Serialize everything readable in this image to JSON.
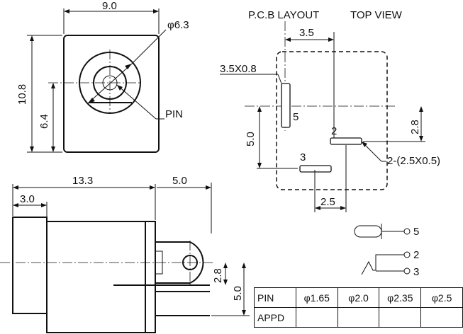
{
  "front_view": {
    "width_dim": "9.0",
    "height_dim": "10.8",
    "center_dim": "6.4",
    "diameter_dim": "φ6.3",
    "pin_label": "PIN"
  },
  "pcb_layout": {
    "title": "P.C.B LAYOUT",
    "view_label": "TOP VIEW",
    "dim_3_5": "3.5",
    "slot_label": "3.5X0.8",
    "pin5": "5",
    "pin2": "2",
    "pin3": "3",
    "dim_2_8": "2.8",
    "dim_5_0": "5.0",
    "slots_label": "2-(2.5X0.5)",
    "dim_2_5": "2.5"
  },
  "side_view": {
    "length_dim": "13.3",
    "tail_dim": "5.0",
    "front_dim": "3.0",
    "dim_2_8": "2.8",
    "dim_5_0": "5.0"
  },
  "schematic": {
    "pin5": "5",
    "pin2": "2",
    "pin3": "3"
  },
  "table": {
    "header": [
      "PIN",
      "φ1.65",
      "φ2.0",
      "φ2.35",
      "φ2.5"
    ],
    "row_label": "APPD",
    "row": [
      "",
      "",
      "",
      ""
    ]
  }
}
